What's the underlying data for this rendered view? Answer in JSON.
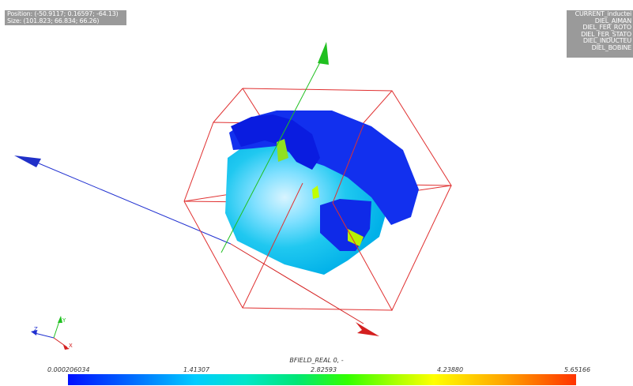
{
  "info_panel": {
    "position_line": "Position: (-50.9117; 0.16597; -64.13)",
    "size_line": "Size: (101.823; 66.834; 66.26)"
  },
  "groups_panel": {
    "items": [
      "CURRENT_inductei",
      "DIEL_AIMAN",
      "DIEL_FER_ROTO",
      "DIEL_FER_STATO",
      "DIEL_INDUCTEU",
      "DIEL_BOBINE"
    ]
  },
  "orientation_axes": {
    "x_label": "X",
    "y_label": "Y",
    "z_label": "Z"
  },
  "legend": {
    "title": "BFIELD_REAL 0, -",
    "ticks": [
      "0.000206034",
      "1.41307",
      "2.82593",
      "4.23880",
      "5.65166"
    ],
    "range": [
      0.000206034,
      5.65166
    ],
    "colors": {
      "low": "#0010ff",
      "mid": "#33ff00",
      "high": "#ff3300"
    }
  },
  "scene_colors": {
    "bounding_box": "#e03030",
    "axis_x": "#d42020",
    "axis_y": "#20c020",
    "axis_z": "#2030d0"
  }
}
